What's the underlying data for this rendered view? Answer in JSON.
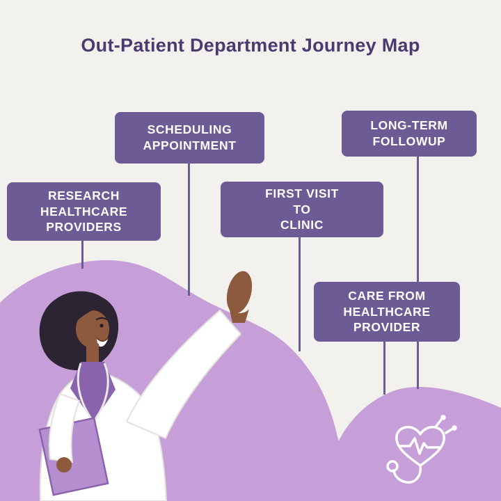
{
  "title": "Out-Patient Department Journey Map",
  "steps": {
    "research": {
      "label": "RESEARCH\nHEALTHCARE\nPROVIDERS"
    },
    "scheduling": {
      "label": "SCHEDULING\nAPPOINTMENT"
    },
    "first_visit": {
      "label": "FIRST VISIT\nTO\nCLINIC"
    },
    "care": {
      "label": "CARE FROM\nHEALTHCARE\nPROVIDER"
    },
    "long_term": {
      "label": "LONG-TERM\nFOLLOWUP"
    }
  },
  "icons": {
    "stethoscope": "stethoscope-heart-icon"
  },
  "colors": {
    "background": "#f3f1ee",
    "box": "#6c5b94",
    "box_text": "#ffffff",
    "title": "#4a3a70",
    "blob": "#c69fd8",
    "connector": "#6c5b94"
  }
}
